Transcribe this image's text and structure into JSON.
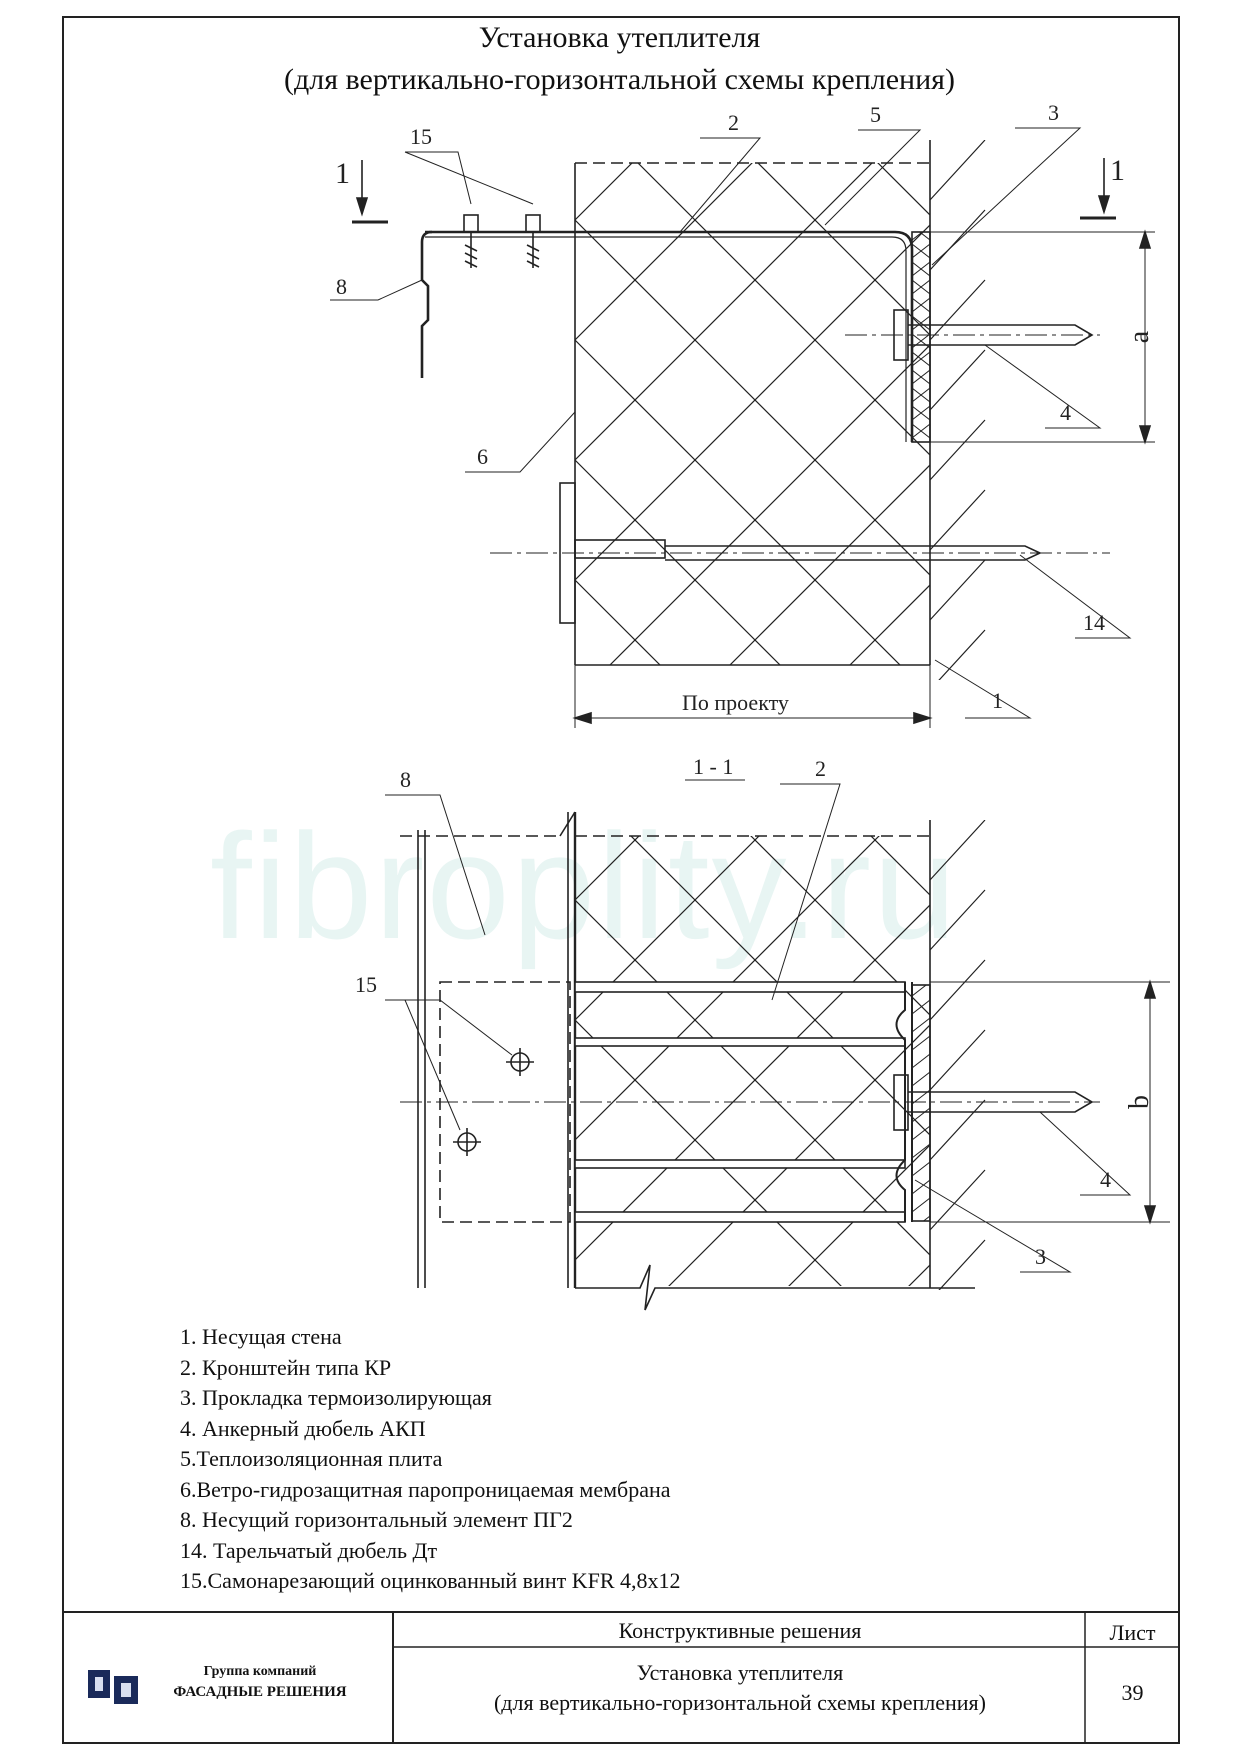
{
  "title": {
    "line1": "Установка утеплителя",
    "line2": "(для вертикально-горизонтальной схемы крепления)"
  },
  "watermark": "fibroplity.ru",
  "drawing_labels": {
    "section_mark": "1",
    "section_title": "1 - 1",
    "dim_a": "a",
    "dim_b": "b",
    "dim_width": "По проекту",
    "callout_1": "1",
    "callout_2": "2",
    "callout_3": "3",
    "callout_4": "4",
    "callout_5": "5",
    "callout_6": "6",
    "callout_8": "8",
    "callout_14": "14",
    "callout_15": "15"
  },
  "legend": [
    "1. Несущая стена",
    "2. Кронштейн типа КР",
    "3. Прокладка термоизолирующая",
    "4. Анкерный дюбель АКП",
    "5.Теплоизоляционная плита",
    "6.Ветро-гидрозащитная паропроницаемая мембрана",
    "8. Несущий горизонтальный элемент ПГ2",
    "14. Тарельчатый дюбель  Дт",
    "15.Самонарезающий оцинкованный винт KFR 4,8х12"
  ],
  "title_block": {
    "section": "Конструктивные решения",
    "sheet_label": "Лист",
    "sheet_number": "39",
    "drawing_title1": "Установка утеплителя",
    "drawing_title2": "(для вертикально-горизонтальной схемы крепления)",
    "company_line1": "Группа компаний",
    "company_line2": "ФАСАДНЫЕ РЕШЕНИЯ"
  },
  "colors": {
    "line": "#222222",
    "logo_dark": "#1a2a5a",
    "logo_light": "#d8dff0",
    "watermark": "#e6f4f2"
  }
}
